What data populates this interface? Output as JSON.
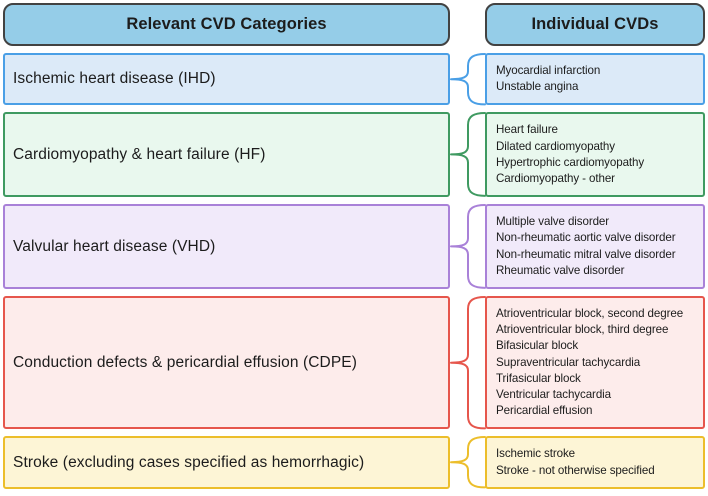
{
  "headers": {
    "left": "Relevant CVD Categories",
    "right": "Individual CVDs",
    "fill": "#95cde8",
    "border": "#424242"
  },
  "text_color": "#1c1c1c",
  "rows": [
    {
      "category": "Ischemic heart disease (IHD)",
      "border": "#4a9fe6",
      "fill": "#dceaf8",
      "items": [
        "Myocardial infarction",
        "Unstable angina"
      ]
    },
    {
      "category": "Cardiomyopathy & heart failure (HF)",
      "border": "#3f9a61",
      "fill": "#e9f8ee",
      "items": [
        "Heart failure",
        "Dilated cardiomyopathy",
        "Hypertrophic cardiomyopathy",
        "Cardiomyopathy - other"
      ]
    },
    {
      "category": "Valvular heart disease (VHD)",
      "border": "#a981d8",
      "fill": "#f1eafa",
      "items": [
        "Multiple valve disorder",
        "Non-rheumatic aortic valve disorder",
        "Non-rheumatic mitral valve disorder",
        "Rheumatic valve disorder"
      ]
    },
    {
      "category": "Conduction defects & pericardial effusion (CDPE)",
      "border": "#e6564c",
      "fill": "#fdeceb",
      "items": [
        "Atrioventricular block, second degree",
        "Atrioventricular block, third degree",
        "Bifasicular block",
        "Supraventricular tachycardia",
        "Trifasicular block",
        "Ventricular tachycardia",
        "Pericardial effusion"
      ]
    },
    {
      "category": "Stroke (excluding cases specified as hemorrhagic)",
      "border": "#ecbe2b",
      "fill": "#fdf5d6",
      "items": [
        "Ischemic stroke",
        "Stroke - not otherwise specified"
      ]
    }
  ]
}
